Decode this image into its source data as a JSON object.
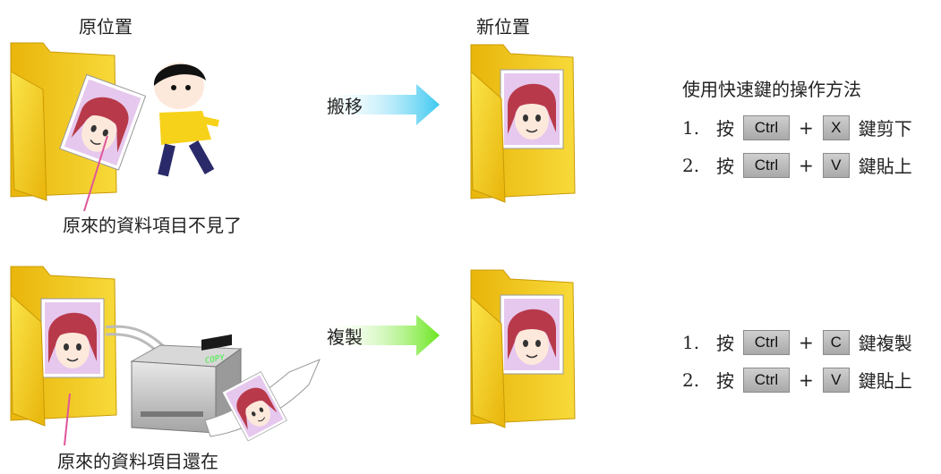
{
  "labels": {
    "original_location": "原位置",
    "new_location": "新位置",
    "cut_note": "原來的資料項目不見了",
    "copy_note": "原來的資料項目還在",
    "copier_display": "COPY"
  },
  "arrows": {
    "move": "搬移",
    "copy": "複製"
  },
  "shortcuts": {
    "title": "使用快速鍵的操作方法",
    "move_steps": [
      {
        "num": "1.",
        "word": "按",
        "ctrl": "Ctrl",
        "plus": "+",
        "key": "X",
        "action": "鍵剪下"
      },
      {
        "num": "2.",
        "word": "按",
        "ctrl": "Ctrl",
        "plus": "+",
        "key": "V",
        "action": "鍵貼上"
      }
    ],
    "copy_steps": [
      {
        "num": "1.",
        "word": "按",
        "ctrl": "Ctrl",
        "plus": "+",
        "key": "C",
        "action": "鍵複製"
      },
      {
        "num": "2.",
        "word": "按",
        "ctrl": "Ctrl",
        "plus": "+",
        "key": "V",
        "action": "鍵貼上"
      }
    ]
  },
  "colors": {
    "folder": "#f5d51c",
    "folder_dark": "#d9a806",
    "move_arrow": "#3cc8f0",
    "copy_arrow": "#6ae61e",
    "callout": "#e0559a",
    "hair": "#b83a4a",
    "photo_bg": "#d9b3e6"
  },
  "icons": [
    "folder-icon",
    "photo-icon",
    "boy-icon",
    "copier-icon"
  ]
}
